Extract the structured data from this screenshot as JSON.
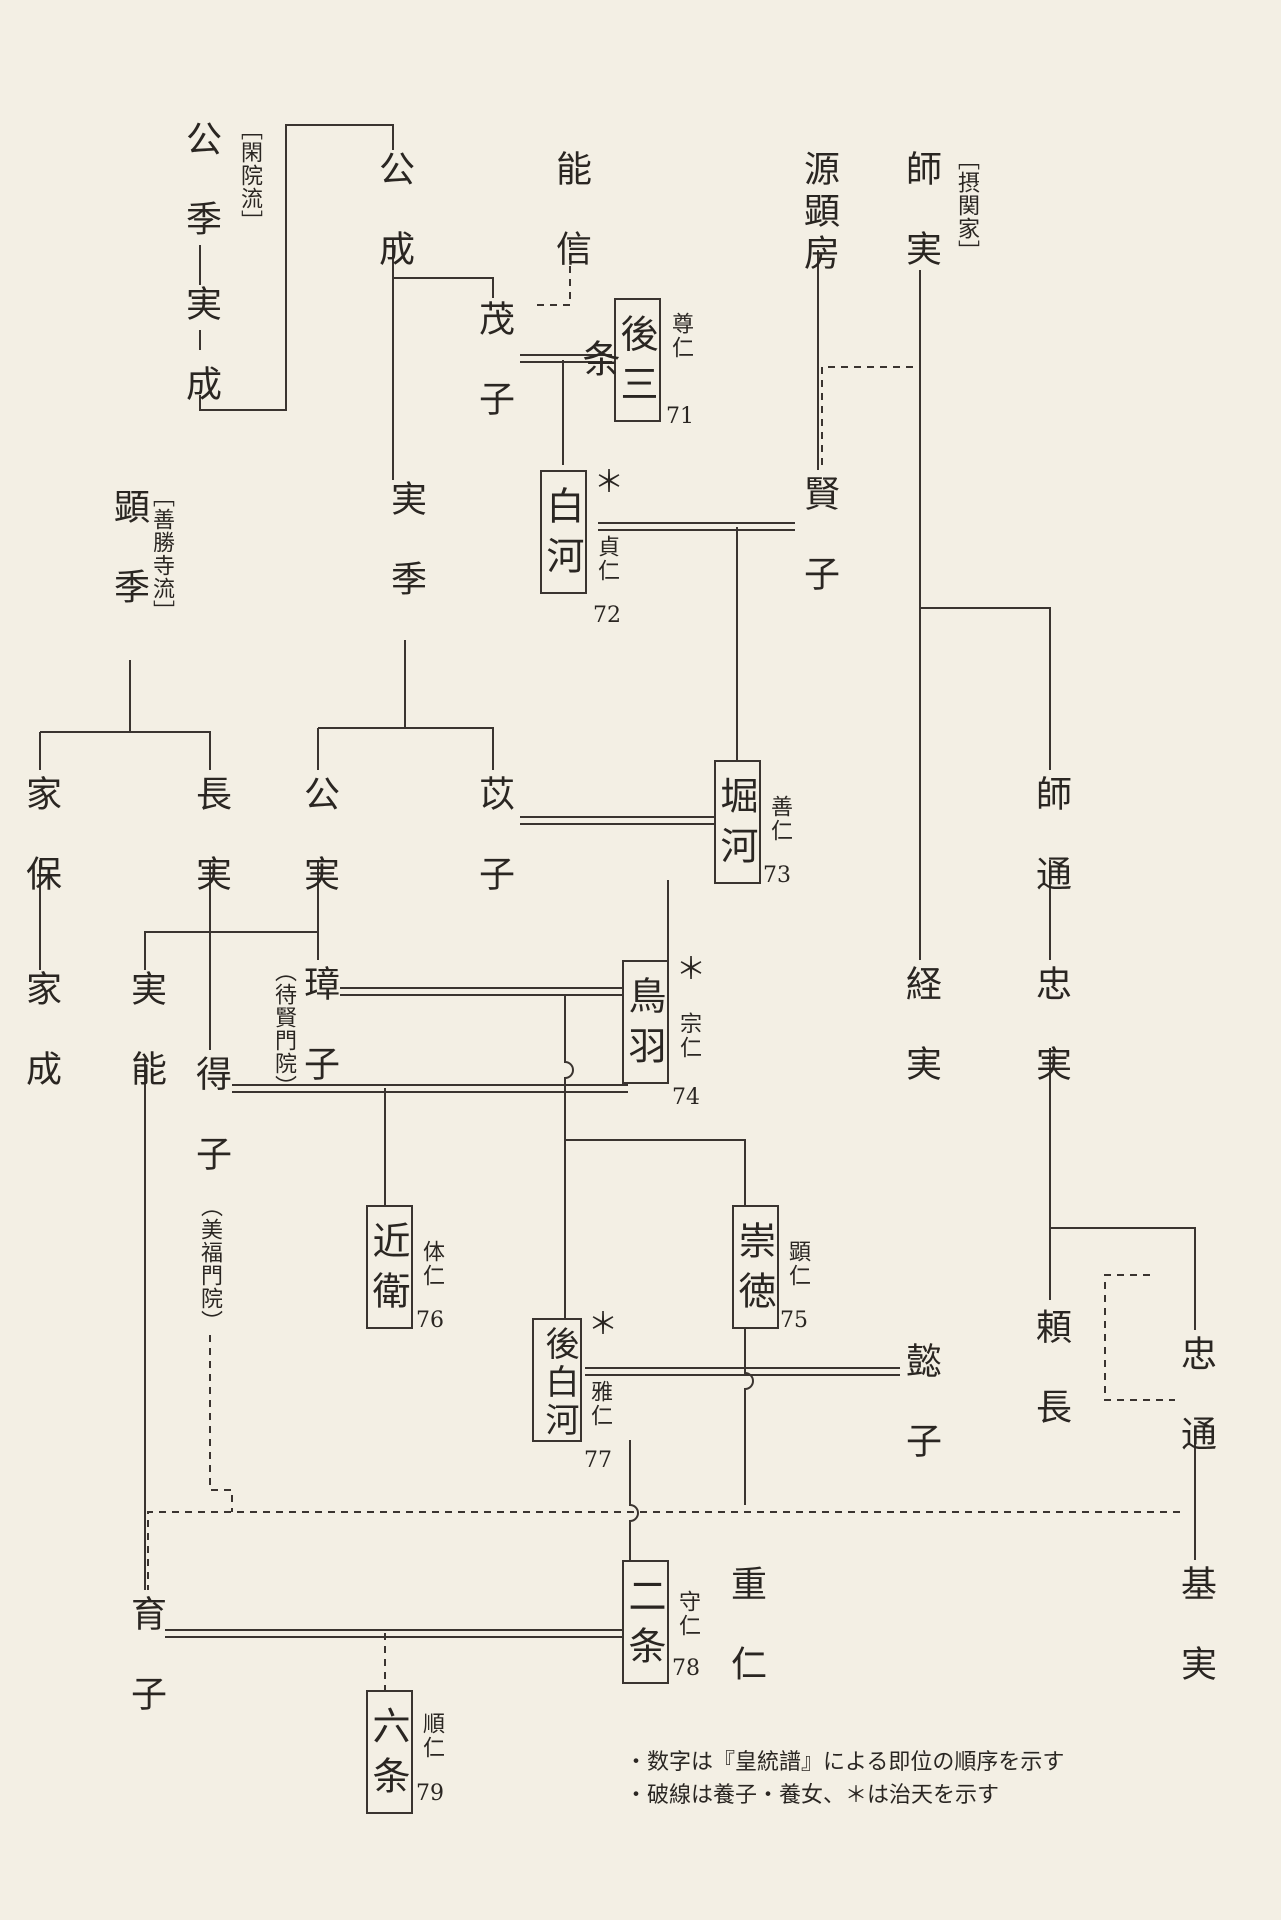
{
  "branches": {
    "kanin": "［閑院流］",
    "zenshoji": "［善勝寺流］",
    "sekkan": "［摂関家］"
  },
  "people": {
    "kinsue": "公季",
    "sanenari": "実成",
    "kinnari": "公成",
    "yoshinobu": "能信",
    "shigeko": "茂子",
    "minamoto_akifusa": "源顕房",
    "moronari_fusa": "師実",
    "kenshi": "賢子",
    "akisue": "顕季",
    "sanesue": "実季",
    "ieyasu": "家保",
    "iesei": "家成",
    "nagazane": "長実",
    "kinzane": "公実",
    "ishi": "苡子",
    "sanenou": "実能",
    "tokushi": "得子",
    "tamako": "璋子",
    "moromichi": "師通",
    "tadazane": "忠実",
    "tsunezane": "経実",
    "ishi2": "懿子",
    "yorinaga": "頼長",
    "tadamichi": "忠通",
    "motozane": "基実",
    "ikushi": "育子",
    "shigehito": "重仁"
  },
  "emperors": [
    {
      "key": "gosanjo",
      "name": "後三条",
      "pname": "尊仁",
      "num": "71"
    },
    {
      "key": "shirakawa",
      "name": "白河",
      "pname": "貞仁",
      "num": "72",
      "chiten": true
    },
    {
      "key": "horikawa",
      "name": "堀河",
      "pname": "善仁",
      "num": "73"
    },
    {
      "key": "toba",
      "name": "鳥羽",
      "pname": "宗仁",
      "num": "74",
      "chiten": true
    },
    {
      "key": "sutoku",
      "name": "崇徳",
      "pname": "顕仁",
      "num": "75"
    },
    {
      "key": "konoe",
      "name": "近衛",
      "pname": "体仁",
      "num": "76"
    },
    {
      "key": "goshirakawa",
      "name": "後白河",
      "pname": "雅仁",
      "num": "77",
      "chiten": true
    },
    {
      "key": "nijo",
      "name": "二条",
      "pname": "守仁",
      "num": "78"
    },
    {
      "key": "rokujo",
      "name": "六条",
      "pname": "順仁",
      "num": "79"
    }
  ],
  "ingo": {
    "taikenmonin": "（待賢門院）",
    "bifukumonin": "（美福門院）"
  },
  "star": "＊",
  "notes": {
    "line1": "・数字は『皇統譜』による即位の順序を示す",
    "line2": "・破線は養子・養女、＊は治天を示す"
  }
}
